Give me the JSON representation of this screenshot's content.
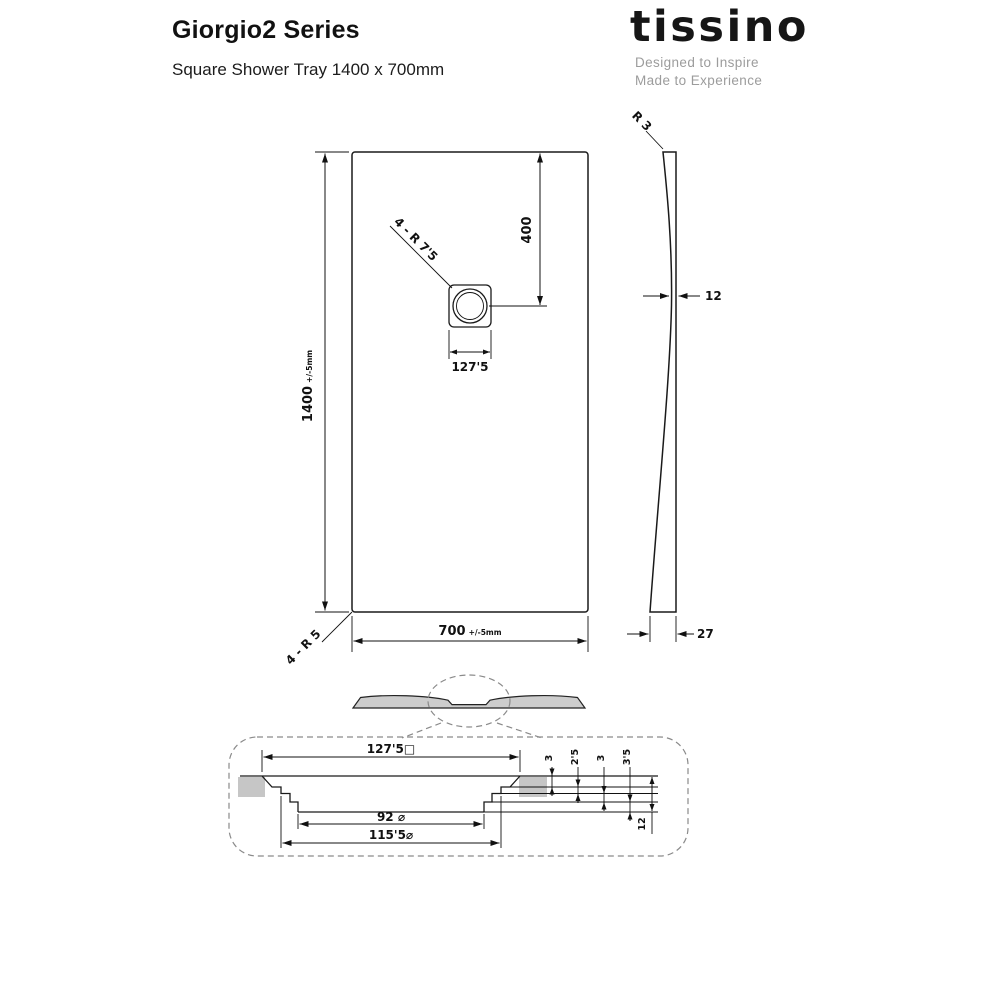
{
  "header": {
    "title": "Giorgio2 Series",
    "subtitle": "Square Shower Tray 1400 x 700mm",
    "brand": "tissino",
    "tagline1": "Designed to Inspire",
    "tagline2": "Made to Experience"
  },
  "plan": {
    "length": "1400",
    "length_tol": "+/-5mm",
    "width": "700",
    "width_tol": "+/-5mm",
    "drain_offset": "400",
    "drain_square": "127'5",
    "drain_radius": "4 - R 7'5",
    "corner_radius": "4 - R 5"
  },
  "side": {
    "radius": "R 3",
    "mid_thickness": "12",
    "edge_thickness": "27"
  },
  "detail": {
    "square": "127'5□",
    "waste": "92 ⌀",
    "recess": "115'5⌀",
    "step1": "3",
    "step2": "2'5",
    "step3": "3",
    "step4": "3'5",
    "depth": "12"
  }
}
